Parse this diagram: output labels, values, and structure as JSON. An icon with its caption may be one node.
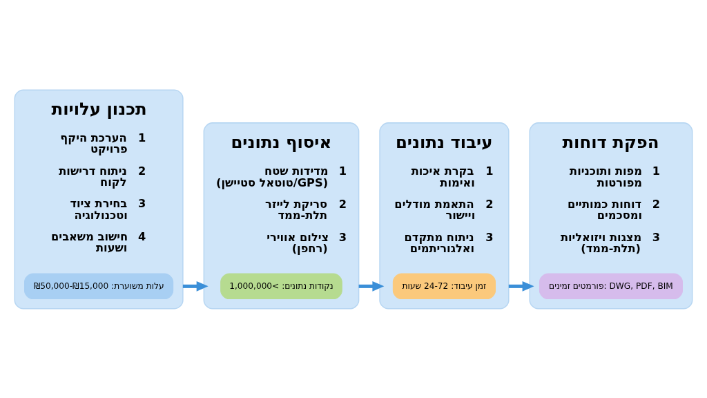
{
  "diagram": {
    "nodes": [
      {
        "text": [
          "תכנון עלויות",
          "1",
          "הערכת היקף פרויקט",
          "2",
          "ניתוח דרישות לקוח",
          "3",
          "בחירת ציוד וטכנולוגיה",
          "4",
          "חישוב משאבים ושעות"
        ]
      },
      {
        "text": [
          "עלות משוערת: ₪15,000-₪50,000"
        ],
        "in": 0
      },
      {
        "text": [
          "איסוף נתונים",
          "1",
          "מדידות שטח (טוטאל סטיישן/GPS)",
          "2",
          "סריקת לייזר תלת-ממד",
          "3",
          "צילום אווירי (רחפן)"
        ]
      },
      {
        "text": [
          "נקודות נתונים: >1,000,000"
        ],
        "in": 2
      },
      {
        "text": [
          "עיבוד נתונים",
          "1",
          "בקרת איכות ואימות",
          "2",
          "התאמת מודלים ויישור",
          "3",
          "ניתוח מתקדם ואלגוריתמים"
        ]
      },
      {
        "text": [
          "זמן עיבוד: 24-72 שעות"
        ],
        "in": 4
      },
      {
        "text": [
          "הפקת דוחות",
          "1",
          "מפות ותוכניות מפורטות",
          "2",
          "דוחות כמותיים ומסכמים",
          "3",
          "מצגות ויזואליות (תלת-ממד)"
        ]
      },
      {
        "text": [
          "פורמטים זמינים: DWG, PDF, BIM"
        ],
        "in": 6
      }
    ],
    "edges": [
      {
        "from": 0,
        "to": 2,
        "arrow": "to"
      },
      {
        "from": 2,
        "to": 4,
        "arrow": "to"
      },
      {
        "from": 4,
        "to": 6,
        "arrow": "to"
      }
    ]
  }
}
